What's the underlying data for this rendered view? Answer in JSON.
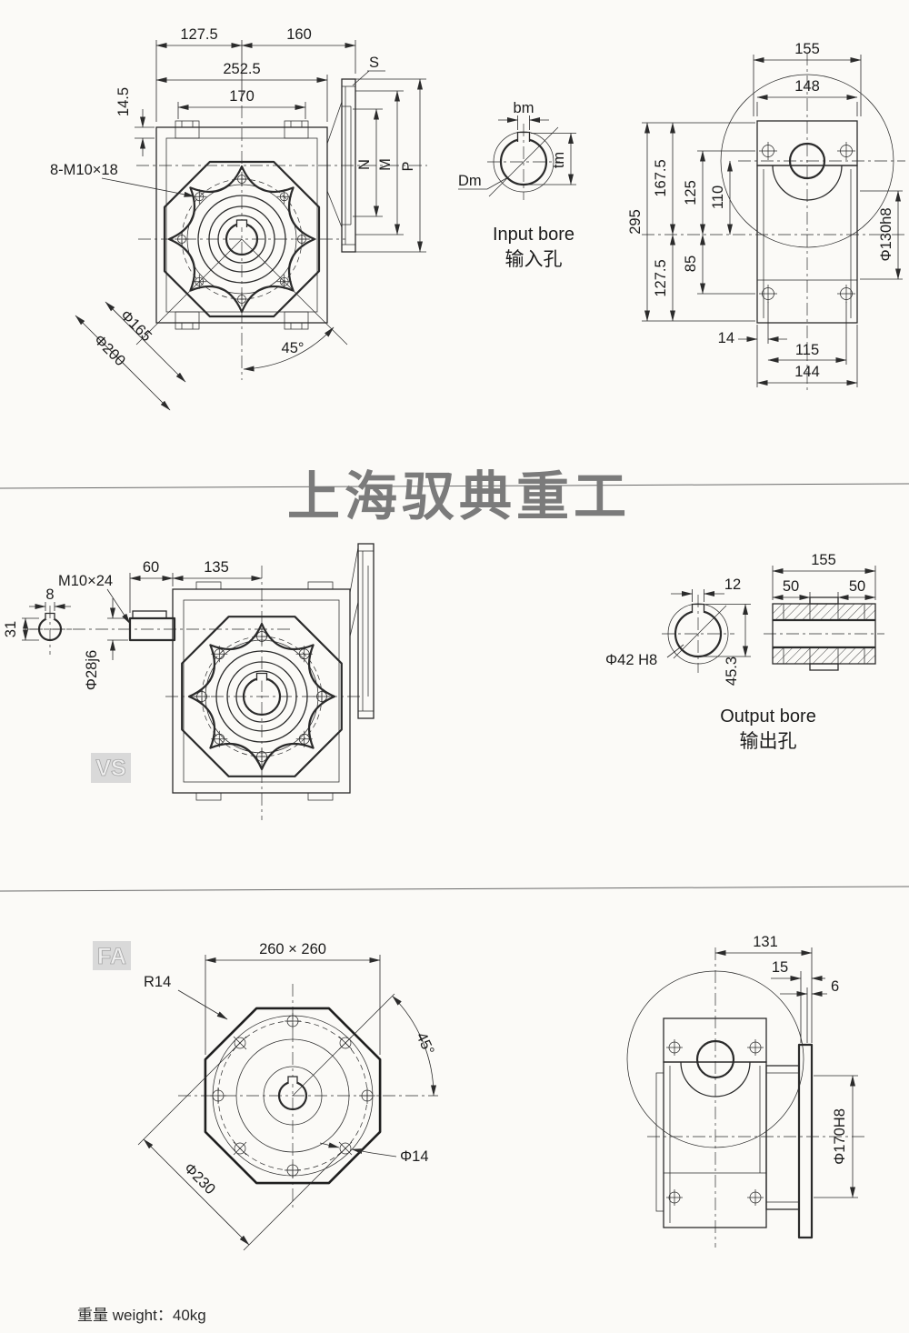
{
  "page": {
    "brand": "上海驭典重工",
    "footer": "重量 weight：40kg"
  },
  "front_view": {
    "d127_5": "127.5",
    "d160": "160",
    "d252_5": "252.5",
    "d170": "170",
    "d14_5": "14.5",
    "bolts": "8-M10×18",
    "dia165": "Φ165",
    "dia200": "Φ200",
    "a45": "45°",
    "s": "S",
    "n": "N",
    "m": "M",
    "p": "P"
  },
  "input_bore": {
    "bm": "bm",
    "tm": "tm",
    "dm": "Dm",
    "label_en": "Input bore",
    "label_zh": "输入孔"
  },
  "rear_view": {
    "d155": "155",
    "d148": "148",
    "d295": "295",
    "d167_5": "167.5",
    "d125": "125",
    "d110": "110",
    "d127_5": "127.5",
    "d85": "85",
    "dia130": "Φ130h8",
    "d14": "14",
    "d115": "115",
    "d144": "144"
  },
  "vs_view": {
    "badge": "VS",
    "d60": "60",
    "d135": "135",
    "m10x24": "M10×24",
    "d8": "8",
    "d31": "31",
    "dia28": "Φ28j6"
  },
  "output_bore": {
    "d155": "155",
    "d50l": "50",
    "d50r": "50",
    "d12": "12",
    "dia42": "Φ42 H8",
    "d45_3": "45.3",
    "label_en": "Output bore",
    "label_zh": "输出孔"
  },
  "fa_view": {
    "badge": "FA",
    "d260": "260 × 260",
    "r14": "R14",
    "a45": "45°",
    "dia14": "Φ14",
    "dia230": "Φ230"
  },
  "fa_side_view": {
    "d131": "131",
    "d15": "15",
    "d6": "6",
    "dia170": "Φ170H8"
  }
}
